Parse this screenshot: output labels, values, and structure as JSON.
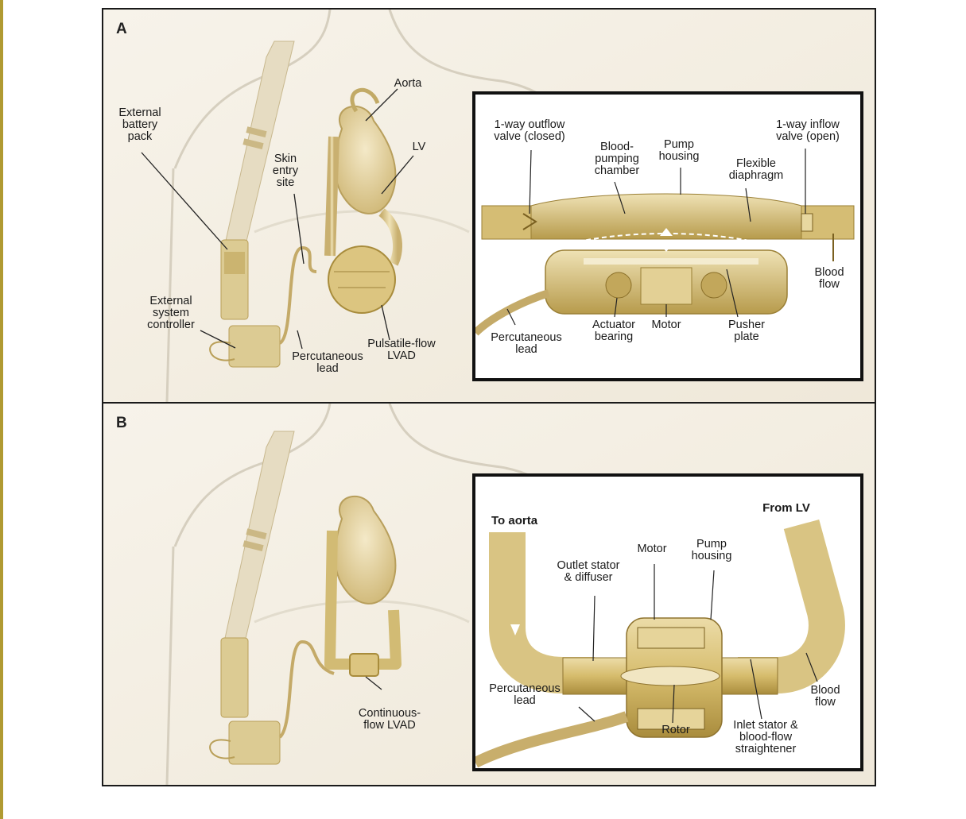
{
  "panel_a": {
    "letter": "A",
    "labels": {
      "battery": "External\nbattery\npack",
      "skin": "Skin\nentry\nsite",
      "aorta": "Aorta",
      "lv": "LV",
      "controller": "External\nsystem\ncontroller",
      "perc_lead": "Percutaneous\nlead",
      "device": "Pulsatile-flow\nLVAD"
    },
    "inset": {
      "outflow_valve": "1-way outflow\nvalve (closed)",
      "chamber": "Blood-\npumping\nchamber",
      "housing": "Pump\nhousing",
      "diaphragm": "Flexible\ndiaphragm",
      "inflow_valve": "1-way inflow\nvalve (open)",
      "blood_flow": "Blood\nflow",
      "perc_lead": "Percutaneous\nlead",
      "actuator": "Actuator\nbearing",
      "motor": "Motor",
      "pusher": "Pusher\nplate"
    }
  },
  "panel_b": {
    "letter": "B",
    "labels": {
      "device": "Continuous-\nflow LVAD"
    },
    "inset": {
      "to_aorta": "To aorta",
      "from_lv": "From LV",
      "motor": "Motor",
      "housing": "Pump\nhousing",
      "outlet": "Outlet stator\n& diffuser",
      "perc_lead": "Percutaneous\nlead",
      "rotor": "Rotor",
      "inlet": "Inlet stator &\nblood-flow\nstraightener",
      "blood_flow": "Blood\nflow"
    }
  },
  "colors": {
    "page_rule": "#b09a32",
    "background_wash": "#f3eee3",
    "body_outline": "#d6cfbf",
    "device_gold": "#d8c27a",
    "device_dark": "#a88c3c"
  }
}
